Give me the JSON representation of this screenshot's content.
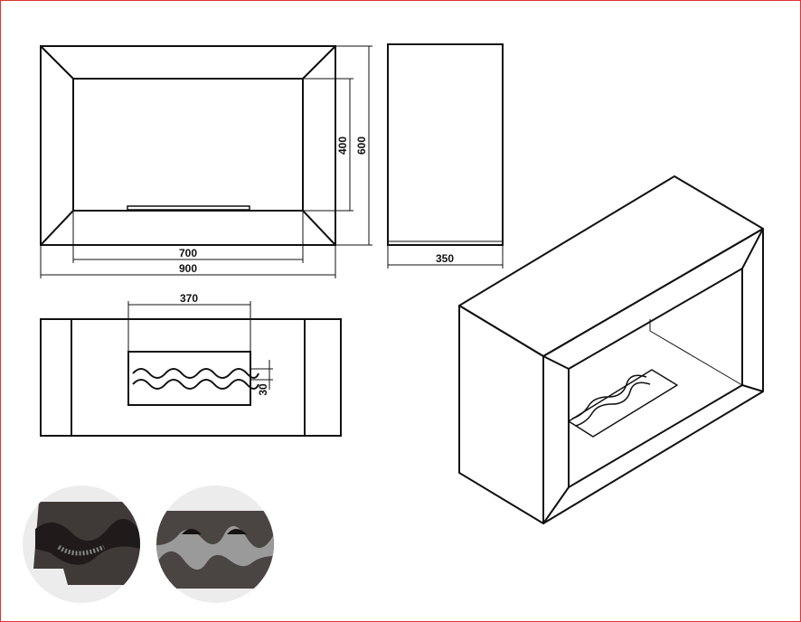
{
  "front_view": {
    "inner_width": "700",
    "outer_width": "900",
    "inner_height": "400",
    "outer_height": "600"
  },
  "side_view": {
    "depth": "350"
  },
  "top_view": {
    "burner_length": "370",
    "burner_slot": "30"
  },
  "colors": {
    "line": "#111111",
    "frame": "#d33333",
    "photo_metal": "#4a4542"
  }
}
